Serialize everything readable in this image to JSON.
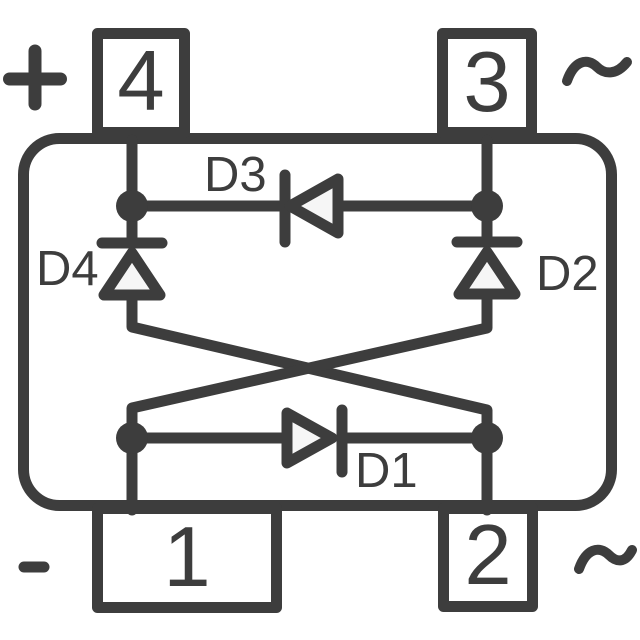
{
  "figure": {
    "description": "Bridge rectifier internal schematic in 4-lead surface-mount package outline",
    "background": "#ffffff",
    "stroke_color": "#3d3d3d",
    "diode_fill": "#f6f6f6"
  },
  "pins": [
    {
      "number": "4",
      "marking": "+",
      "position": "top-left"
    },
    {
      "number": "3",
      "marking": "~",
      "position": "top-right"
    },
    {
      "number": "1",
      "marking": "-",
      "position": "bottom-left"
    },
    {
      "number": "2",
      "marking": "~",
      "position": "bottom-right"
    }
  ],
  "diodes": [
    {
      "label": "D1",
      "orientation": "horizontal, cathode right",
      "anode": "pin-1 node",
      "cathode": "pin-2 node"
    },
    {
      "label": "D2",
      "orientation": "vertical, cathode top",
      "anode": "pin-1 node",
      "cathode": "pin-3 node"
    },
    {
      "label": "D3",
      "orientation": "horizontal, cathode left",
      "anode": "pin-3 node",
      "cathode": "pin-4 node"
    },
    {
      "label": "D4",
      "orientation": "vertical, cathode top",
      "anode": "pin-2 node",
      "cathode": "pin-4 node"
    }
  ]
}
